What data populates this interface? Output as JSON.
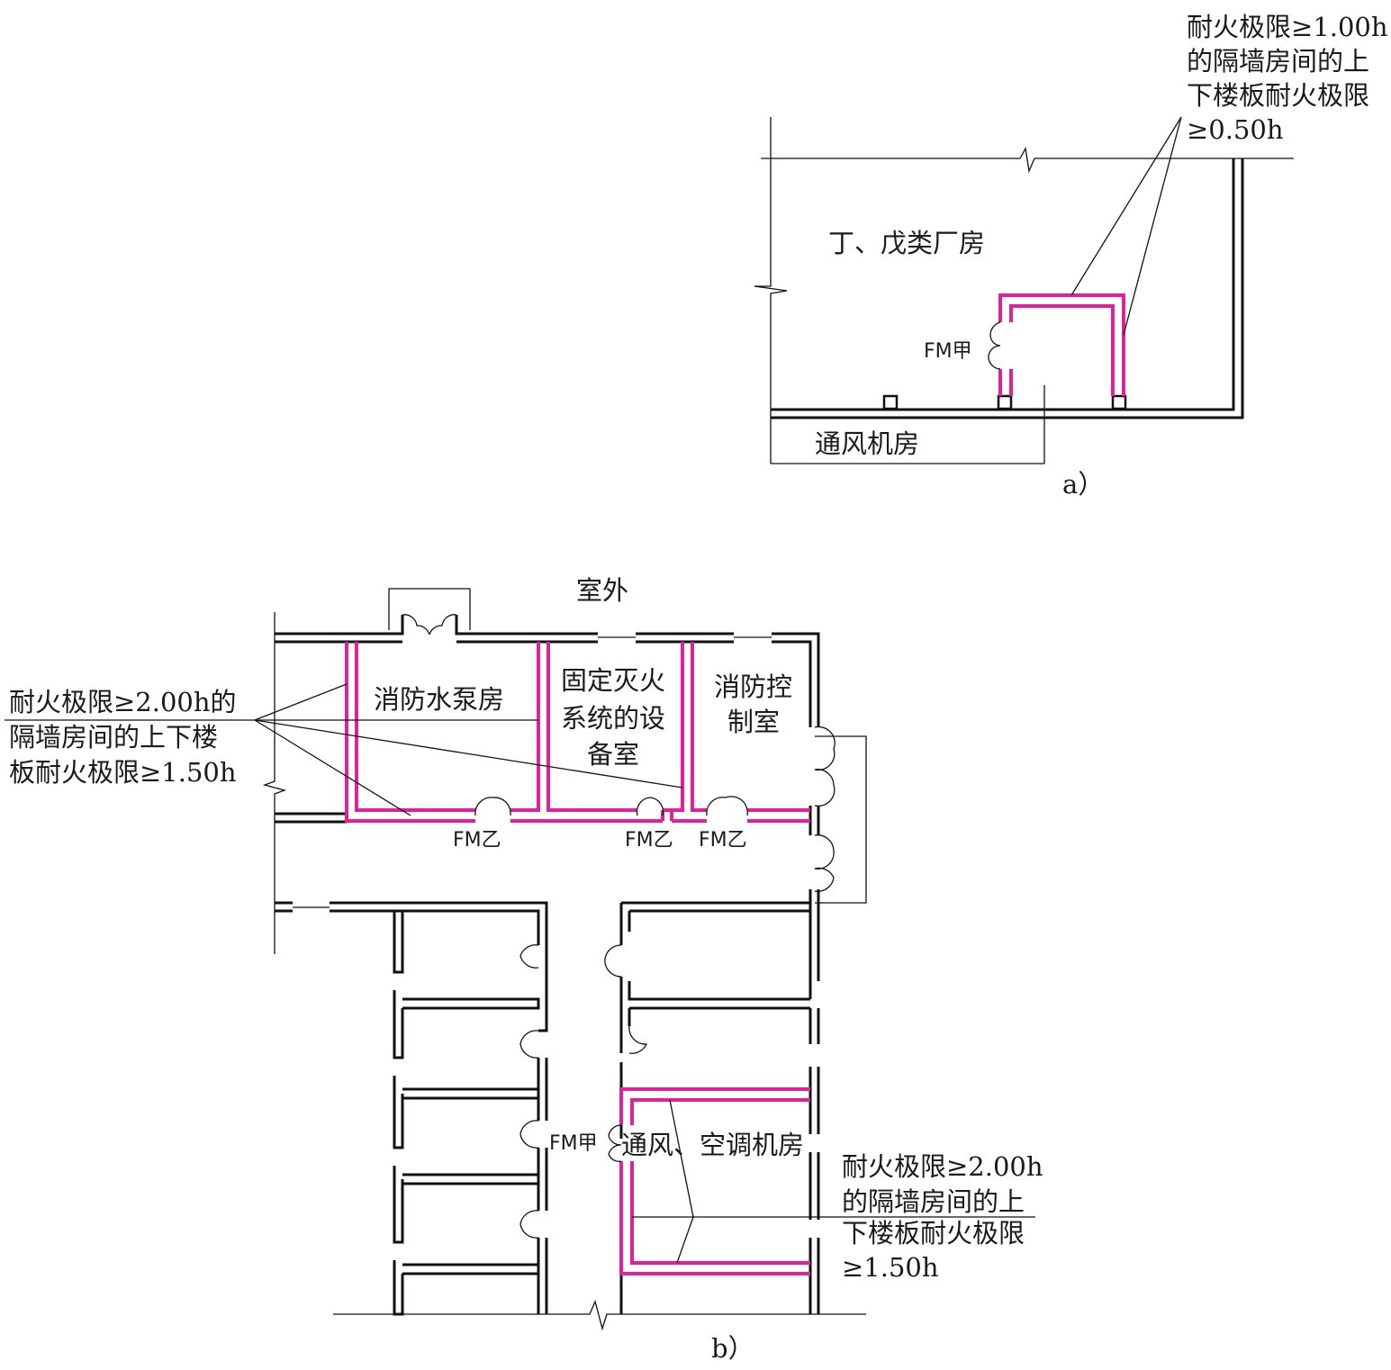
{
  "accent_colors": {
    "fire_wall": "#e0219c",
    "line": "#111111"
  },
  "panel_a": {
    "caption": "a）",
    "note_lines": [
      "耐火极限≥1.00h",
      "的隔墙房间的上",
      "下楼板耐火极限",
      "≥0.50h"
    ],
    "room_factory": "丁、戊类厂房",
    "room_vent": "通风机房",
    "door": "FM甲"
  },
  "panel_b": {
    "caption": "b）",
    "outside": "室外",
    "room_pump": "消防水泵房",
    "room_fixed_lines": [
      "固定灭火",
      "系统的设",
      "备室"
    ],
    "room_control_lines": [
      "消防控",
      "制室"
    ],
    "room_hvac": "通风、空调机房",
    "door_b1": "FM乙",
    "door_b2": "FM乙",
    "door_b3": "FM乙",
    "door_hvac": "FM甲",
    "note_left_lines": [
      "耐火极限≥2.00h的",
      "隔墙房间的上下楼",
      "板耐火极限≥1.50h"
    ],
    "note_right_lines": [
      "耐火极限≥2.00h",
      "的隔墙房间的上",
      "下楼板耐火极限",
      "≥1.50h"
    ]
  }
}
